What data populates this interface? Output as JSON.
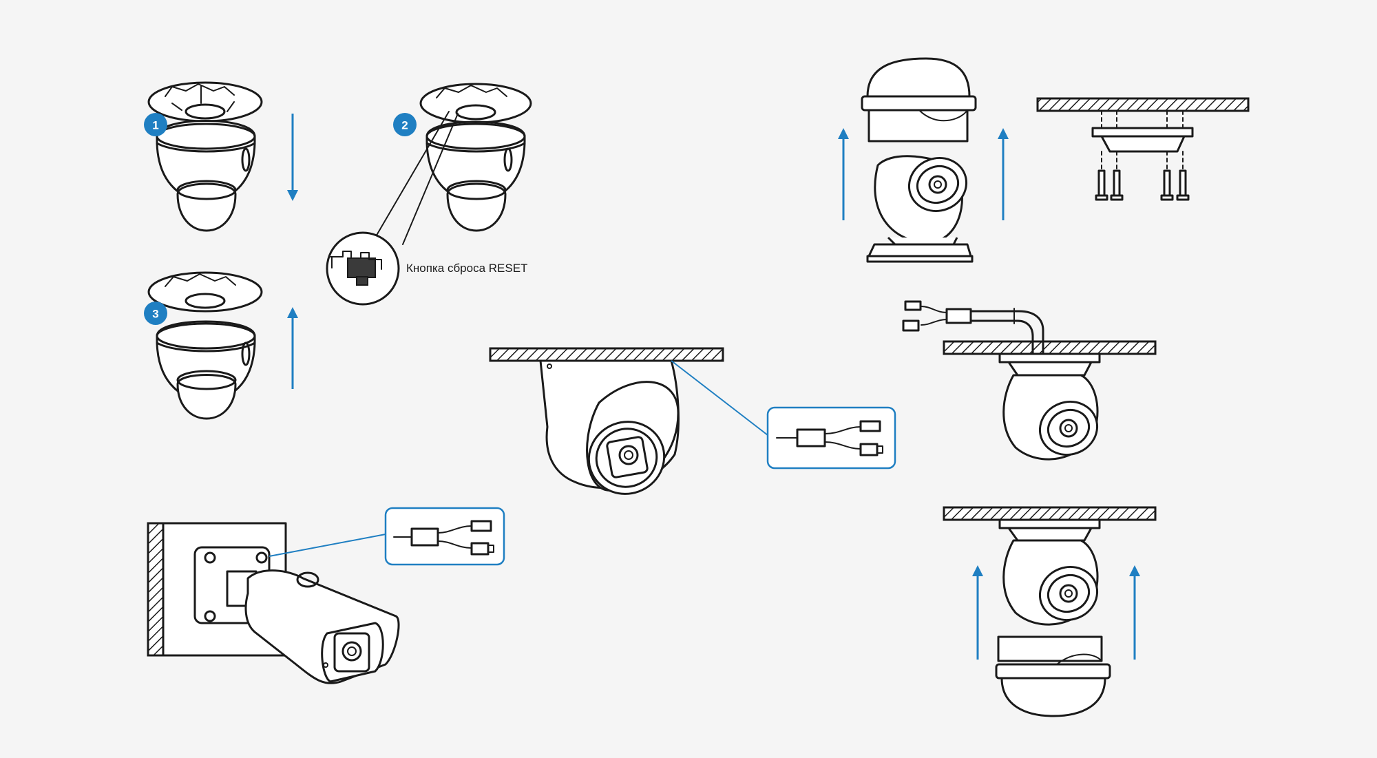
{
  "steps": [
    {
      "number": "1"
    },
    {
      "number": "2"
    },
    {
      "number": "3"
    }
  ],
  "reset_callout": {
    "label": "Кнопка  сброса RESET"
  },
  "colors": {
    "accent": "#1f7fc2",
    "line": "#1a1a1a",
    "background": "#f5f5f5"
  }
}
